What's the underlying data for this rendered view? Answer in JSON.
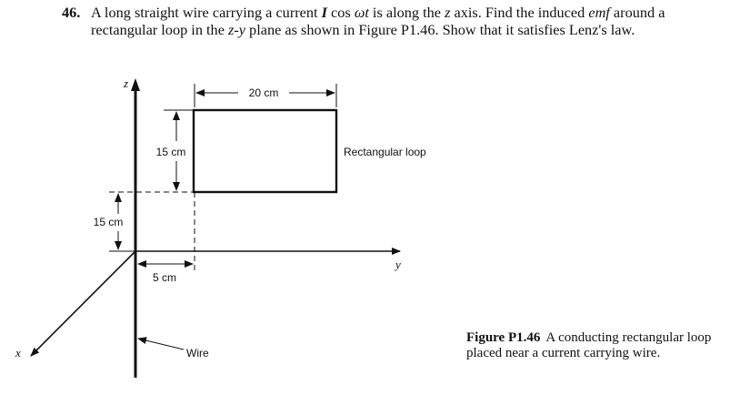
{
  "problem": {
    "number": "46.",
    "text_part1": "A long straight wire carrying a current ",
    "current_symbol": "I",
    "text_part2": " cos ",
    "omega_t": "ωt",
    "text_part3": " is along the ",
    "z": "z",
    "text_part4": " axis. Find the induced ",
    "emf": "emf",
    "text_part5": " around a rectangular loop in the ",
    "zy": "z-y",
    "text_part6": " plane as shown in Figure P1.46. Show that it satisfies Lenz's law."
  },
  "figure": {
    "axis_z": "z",
    "axis_y": "y",
    "axis_x": "x",
    "width_label": "20 cm",
    "height_label": "15 cm",
    "offset_z_label": "15 cm",
    "offset_y_label": "5 cm",
    "loop_label": "Rectangular loop",
    "wire_label": "Wire",
    "dimensions": {
      "loop_width_cm": 20,
      "loop_height_cm": 15,
      "loop_offset_z_cm": 15,
      "loop_offset_y_cm": 5
    }
  },
  "caption": {
    "figure_id": "Figure P1.46",
    "text": "A conducting rectangular loop placed near a current carrying wire."
  }
}
